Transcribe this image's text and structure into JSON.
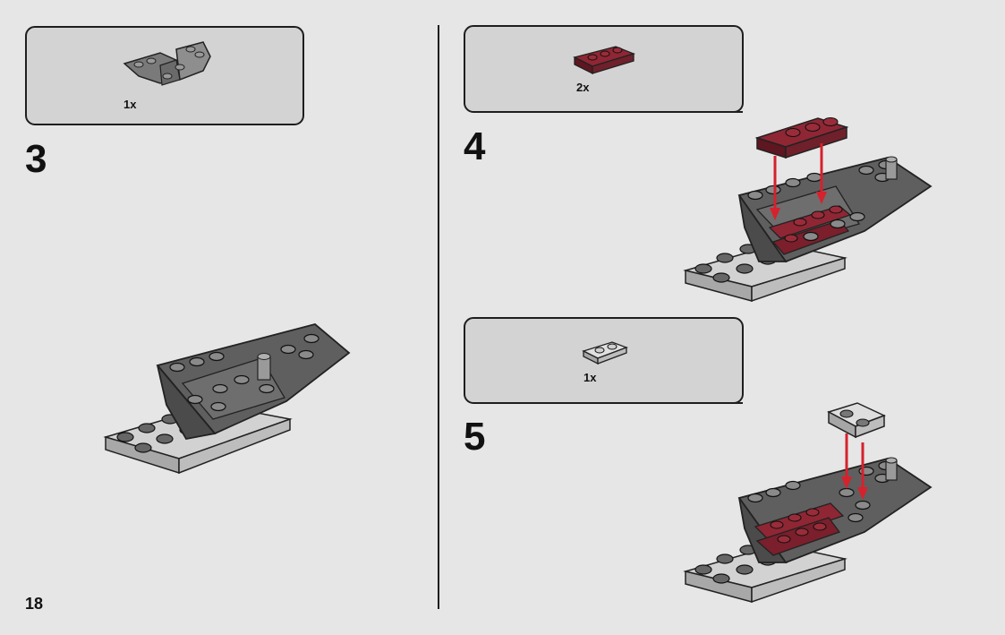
{
  "page": {
    "number": "18"
  },
  "steps": [
    {
      "number": "3",
      "parts": [
        {
          "qty": "1x",
          "color": "#8a8a8a",
          "icon": "dark-gray-inverted-slope-piece"
        }
      ]
    },
    {
      "number": "4",
      "parts": [
        {
          "qty": "2x",
          "color": "#7a1f2b",
          "icon": "dark-red-1x3-plate"
        }
      ]
    },
    {
      "number": "5",
      "parts": [
        {
          "qty": "1x",
          "color": "#c6c6c6",
          "icon": "light-gray-1x2-plate"
        }
      ]
    }
  ],
  "colors": {
    "background": "#e6e6e6",
    "callout": "#d3d3d3",
    "dark_gray": "#5d5d5d",
    "light_gray": "#b8b8b8",
    "dark_red": "#7a1f2b",
    "arrow_red": "#d5222d"
  }
}
